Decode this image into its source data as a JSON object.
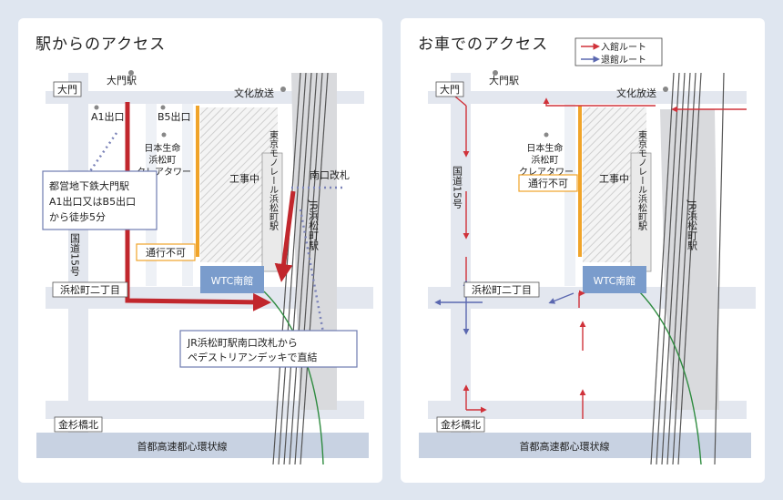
{
  "panels": {
    "station": {
      "title": "駅からのアクセス",
      "labels": {
        "daimon": "大門",
        "daimon_station": "大門駅",
        "a1_exit": "A1出口",
        "b5_exit": "B5出口",
        "bunka_hoso": "文化放送",
        "nissay_l1": "日本生命",
        "nissay_l2": "浜松町",
        "nissay_l3": "クレアタワー",
        "kojichu": "工事中",
        "monorail": "東京モノレール浜松町駅",
        "south_gate": "南口改札",
        "jr_station": "JR浜松町駅",
        "route15": "国道15号",
        "hamamatsucho_2": "浜松町二丁目",
        "kanasugibashi_kita": "金杉橋北",
        "expressway": "首都高速都心環状線",
        "wtc_south": "WTC南館",
        "closed": "通行不可"
      },
      "callouts": {
        "subway_l1": "都営地下鉄大門駅",
        "subway_l2": "A1出口又はB5出口",
        "subway_l3": "から徒歩5分",
        "jr_l1": "JR浜松町駅南口改札から",
        "jr_l2": "ペデストリアンデッキで直結"
      }
    },
    "car": {
      "title": "お車でのアクセス",
      "legend": {
        "entry": "入館ルート",
        "exit": "退館ルート"
      },
      "labels": {
        "daimon": "大門",
        "daimon_station": "大門駅",
        "bunka_hoso": "文化放送",
        "nissay_l1": "日本生命",
        "nissay_l2": "浜松町",
        "nissay_l3": "クレアタワー",
        "kojichu": "工事中",
        "monorail": "東京モノレール浜松町駅",
        "jr_station": "JR浜松町駅",
        "route15": "国道15号",
        "hamamatsucho_2": "浜松町二丁目",
        "kanasugibashi_kita": "金杉橋北",
        "expressway": "首都高速都心環状線",
        "wtc_south": "WTC南館",
        "closed": "通行不可"
      }
    }
  },
  "colors": {
    "walk_route": "#c1272d",
    "entry_route": "#d0323a",
    "exit_route": "#5b68b0",
    "closed_line": "#f0a42a",
    "wtc": "#7a9ccc",
    "road": "#e3e7ef",
    "expressway": "#c8d2e2",
    "rail": "#555555",
    "green_line": "#2e8b3f"
  }
}
